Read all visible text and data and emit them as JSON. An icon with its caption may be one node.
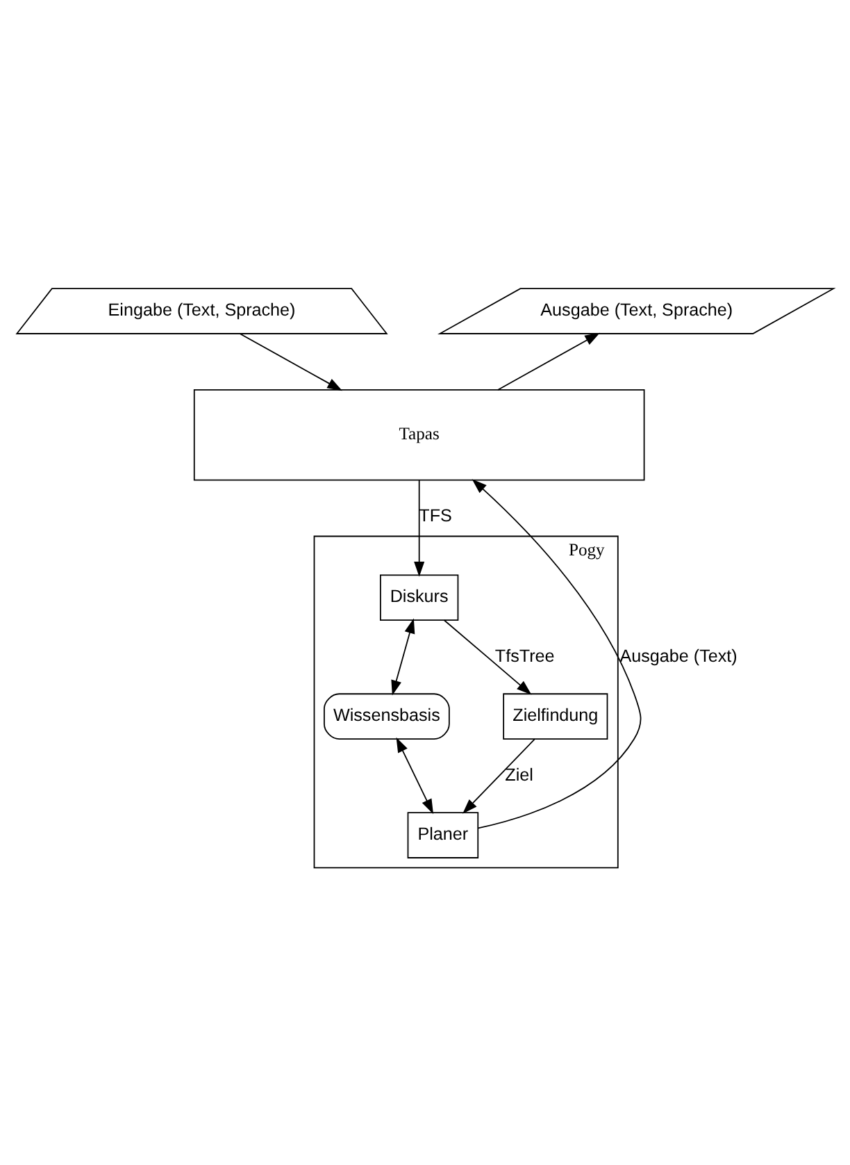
{
  "diagram": {
    "nodes": [
      {
        "text": [
          "Eingabe (Text, Sprache)"
        ]
      },
      {
        "text": [
          "Ausgabe (Text, Sprache)"
        ]
      },
      {
        "text": [
          "Tapas"
        ]
      },
      {
        "text": [
          "Pogy"
        ]
      },
      {
        "text": [
          "Diskurs"
        ],
        "in": 3
      },
      {
        "text": [
          "Wissensbasis"
        ],
        "in": 3
      },
      {
        "text": [
          "Zielfindung"
        ],
        "in": 3
      },
      {
        "text": [
          "Planer"
        ],
        "in": 3
      }
    ],
    "edges": [
      {
        "from": 0,
        "to": 2,
        "arrow": "to"
      },
      {
        "from": 2,
        "to": 1,
        "arrow": "to"
      },
      {
        "from": 2,
        "to": 4,
        "arrow": "to",
        "label": "TFS"
      },
      {
        "from": 4,
        "to": 5,
        "arrow": "both"
      },
      {
        "from": 5,
        "to": 7,
        "arrow": "both"
      },
      {
        "from": 4,
        "to": 6,
        "arrow": "to",
        "label": "TfsTree"
      },
      {
        "from": 6,
        "to": 7,
        "arrow": "to",
        "label": "Ziel"
      },
      {
        "from": 7,
        "to": 2,
        "arrow": "to",
        "label": "Ausgabe (Text)"
      }
    ]
  }
}
